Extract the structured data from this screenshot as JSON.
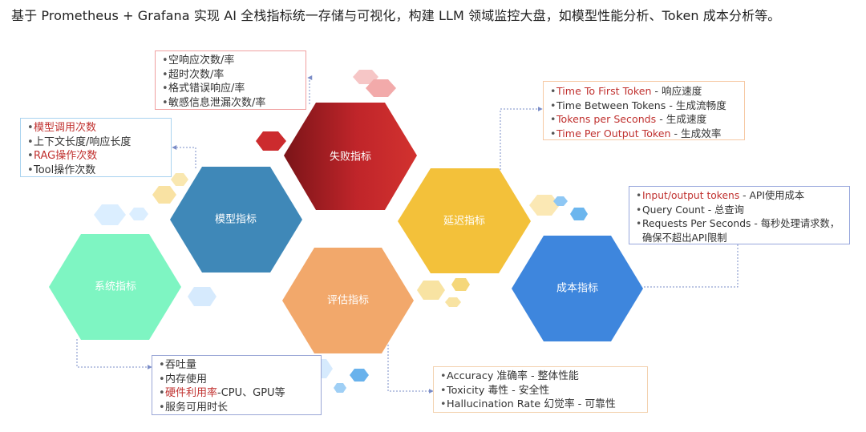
{
  "title": "基于 Prometheus + Grafana 实现 AI 全栈指标统一存储与可视化，构建 LLM 领域监控大盘，如模型性能分析、Token 成本分析等。",
  "colors": {
    "failure": "#c8262b",
    "model": "#3f88b8",
    "latency": "#f3c13a",
    "system": "#7ef5c2",
    "evaluation": "#f2a86b",
    "cost": "#3e86dd",
    "highlight": "#c0312f"
  },
  "hexagons": {
    "failure": "失败指标",
    "model": "模型指标",
    "latency": "延迟指标",
    "system": "系统指标",
    "evaluation": "评估指标",
    "cost": "成本指标"
  },
  "boxes": {
    "failure": [
      {
        "hl": "",
        "rest": "空响应次数/率"
      },
      {
        "hl": "",
        "rest": "超时次数/率"
      },
      {
        "hl": "",
        "rest": "格式错误响应/率"
      },
      {
        "hl": "",
        "rest": "敏感信息泄漏次数/率"
      }
    ],
    "model": [
      {
        "hl": "模型调用次数",
        "rest": ""
      },
      {
        "hl": "",
        "rest": "上下文长度/响应长度"
      },
      {
        "hl": "RAG操作次数",
        "rest": ""
      },
      {
        "hl": "",
        "rest": "Tool操作次数"
      }
    ],
    "latency": [
      {
        "hl": "Time To First Token",
        "rest": " - 响应速度"
      },
      {
        "hl": "",
        "rest": "Time Between Tokens - 生成流畅度"
      },
      {
        "hl": "Tokens per Seconds",
        "rest": " - 生成速度"
      },
      {
        "hl": "Time Per Output Token",
        "rest": " - 生成效率"
      }
    ],
    "cost": [
      {
        "hl": "Input/output tokens",
        "rest": " - API使用成本"
      },
      {
        "hl": "",
        "rest": "Query Count - 总查询"
      },
      {
        "hl": "",
        "rest": "Requests Per Seconds - 每秒处理请求数，"
      },
      {
        "hl": "",
        "rest": "确保不超出API限制",
        "nobullet": true
      }
    ],
    "system": [
      {
        "hl": "",
        "rest": "吞吐量"
      },
      {
        "hl": "",
        "rest": "内存使用"
      },
      {
        "hl": "硬件利用率",
        "rest": "-CPU、GPU等"
      },
      {
        "hl": "",
        "rest": "服务可用时长"
      }
    ],
    "evaluation": [
      {
        "hl": "",
        "rest": "Accuracy 准确率 - 整体性能"
      },
      {
        "hl": "",
        "rest": "Toxicity 毒性 - 安全性"
      },
      {
        "hl": "",
        "rest": "Hallucination Rate 幻觉率 - 可靠性"
      }
    ]
  }
}
